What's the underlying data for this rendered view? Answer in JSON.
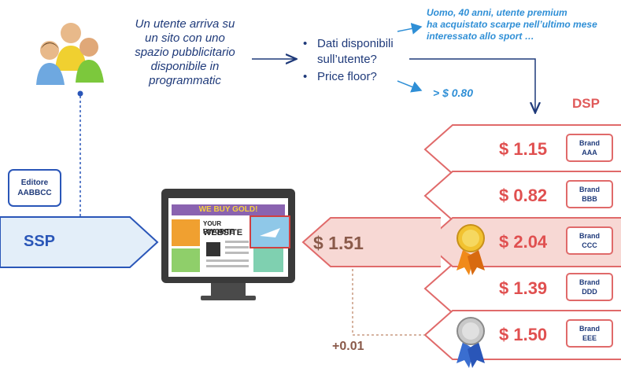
{
  "intro_lines": [
    "Un utente arriva su",
    "un sito con uno",
    "spazio pubblicitario",
    "disponibile in",
    "programmatic"
  ],
  "questions": [
    "Dati disponibili sull’utente?",
    "Price floor?"
  ],
  "user_note_lines": [
    "Uomo, 40 anni, utente premium",
    "ha acquistato scarpe nell’ultimo mese",
    "interessato allo sport …"
  ],
  "price_floor": "> $ 0.80",
  "dsp_label": "DSP",
  "editor_lines": [
    "Editore",
    "AABBCC"
  ],
  "ssp_label": "SSP",
  "website": {
    "banner": "WE BUY GOLD!",
    "headline_1": "YOUR FAVORITE",
    "headline_2": "WEBSITE"
  },
  "winning_bid": "$ 1.51",
  "increment": "+0.01",
  "bids": [
    {
      "price": "$ 1.15",
      "brand_label": "Brand",
      "brand_code": "AAA"
    },
    {
      "price": "$ 0.82",
      "brand_label": "Brand",
      "brand_code": "BBB"
    },
    {
      "price": "$ 2.04",
      "brand_label": "Brand",
      "brand_code": "CCC"
    },
    {
      "price": "$ 1.39",
      "brand_label": "Brand",
      "brand_code": "DDD"
    },
    {
      "price": "$ 1.50",
      "brand_label": "Brand",
      "brand_code": "EEE"
    }
  ],
  "colors": {
    "ssp_blue": "#2a56b8",
    "dsp_red": "#e05050",
    "winner_fill": "#f7d8d4",
    "text_navy": "#1f3a7a",
    "note_blue": "#2f8fd6"
  }
}
